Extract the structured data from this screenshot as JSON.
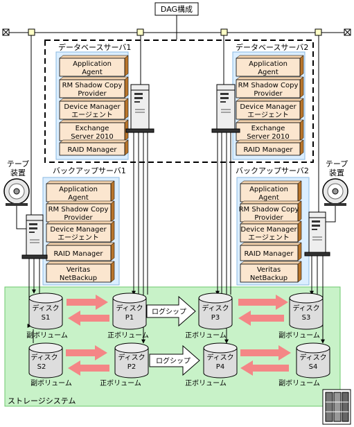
{
  "title": "DAG構成",
  "db_server1": {
    "label": "データベースサーバ1",
    "components": [
      {
        "line1": "Application",
        "line2": "Agent"
      },
      {
        "line1": "RM Shadow Copy",
        "line2": "Provider"
      },
      {
        "line1": "Device Manager",
        "line2": "エージェント"
      },
      {
        "line1": "Exchange",
        "line2": "Server 2010"
      },
      {
        "line1": "RAID Manager",
        "line2": ""
      }
    ]
  },
  "db_server2": {
    "label": "データベースサーバ2",
    "components": [
      {
        "line1": "Application",
        "line2": "Agent"
      },
      {
        "line1": "RM Shadow Copy",
        "line2": "Provider"
      },
      {
        "line1": "Device Manager",
        "line2": "エージェント"
      },
      {
        "line1": "Exchange",
        "line2": "Server 2010"
      },
      {
        "line1": "RAID Manager",
        "line2": ""
      }
    ]
  },
  "backup_server1": {
    "label": "バックアップサーバ1",
    "components": [
      {
        "line1": "Application",
        "line2": "Agent"
      },
      {
        "line1": "RM Shadow Copy",
        "line2": "Provider"
      },
      {
        "line1": "Device Manager",
        "line2": "エージェント"
      },
      {
        "line1": "RAID Manager",
        "line2": ""
      },
      {
        "line1": "Veritas",
        "line2": "NetBackup"
      }
    ]
  },
  "backup_server2": {
    "label": "バックアップサーバ2",
    "components": [
      {
        "line1": "Application",
        "line2": "Agent"
      },
      {
        "line1": "RM Shadow Copy",
        "line2": "Provider"
      },
      {
        "line1": "Device Manager",
        "line2": "エージェント"
      },
      {
        "line1": "RAID Manager",
        "line2": ""
      },
      {
        "line1": "Veritas",
        "line2": "NetBackup"
      }
    ]
  },
  "tape_left": {
    "line1": "テープ",
    "line2": "装置"
  },
  "tape_right": {
    "line1": "テープ",
    "line2": "装置"
  },
  "storage_label": "ストレージシステム",
  "log_ship_1": "ログシップ",
  "log_ship_2": "ログシップ",
  "disks": {
    "s1": {
      "line1": "ディスク",
      "line2": "S1",
      "caption": "副ボリューム"
    },
    "p1": {
      "line1": "ディスク",
      "line2": "P1",
      "caption": "正ボリューム"
    },
    "p3": {
      "line1": "ディスク",
      "line2": "P3",
      "caption": "正ボリューム"
    },
    "s3": {
      "line1": "ディスク",
      "line2": "S3",
      "caption": "副ボリューム"
    },
    "s2": {
      "line1": "ディスク",
      "line2": "S2",
      "caption": "副ボリューム"
    },
    "p2": {
      "line1": "ディスク",
      "line2": "P2",
      "caption": "正ボリューム"
    },
    "p4": {
      "line1": "ディスク",
      "line2": "P4",
      "caption": "正ボリューム"
    },
    "s4": {
      "line1": "ディスク",
      "line2": "S4",
      "caption": "副ボリューム"
    }
  },
  "colors": {
    "component_fill": "#fbe6cf",
    "component_side": "#b9762c",
    "server_panel": "#dbeeff",
    "storage_bg": "#c8f2c8",
    "storage_border": "#6cc86c",
    "copy_arrow": "#f48686",
    "node_fill": "#ffffc6"
  }
}
